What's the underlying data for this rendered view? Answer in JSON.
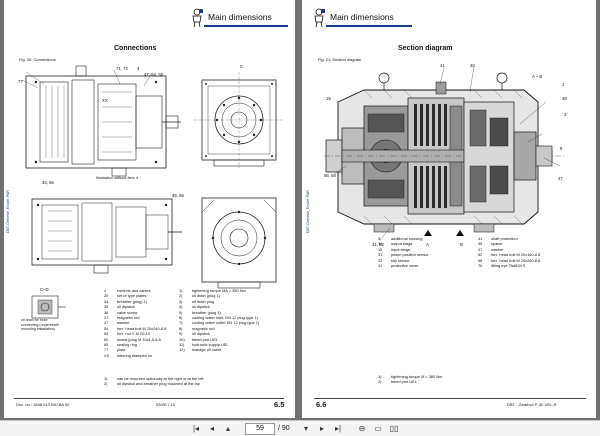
{
  "left_page": {
    "header_title": "Main dimensions",
    "section_title": "Connections",
    "figure_caption": "Fig. 20:   Connections",
    "side_text": "DBT-Getriebe_Eissler-PAR",
    "callouts": {
      "c1": "71, 72",
      "c2": "4",
      "c3": "47, 54, 56",
      "c4": "77",
      "c5": "XX",
      "c6": "C",
      "c7": "34, 66",
      "c8": "Illustration without Item 4",
      "c9": "45, 66",
      "c10": "C–D",
      "c11": "oil drain for hose connecting (underneath mounting installation)"
    },
    "legend_left": [
      {
        "n": "4",
        "t": "controls and cables"
      },
      {
        "n": "20",
        "t": "set of type plates"
      },
      {
        "n": "34",
        "t": "breather (plug) 1)"
      },
      {
        "n": "35",
        "t": "oil dipstick"
      },
      {
        "n": "36",
        "t": "valve screw"
      },
      {
        "n": "37",
        "t": "magnetic rod"
      },
      {
        "n": "47",
        "t": "washer"
      },
      {
        "n": "54",
        "t": "hex. head bolt M 20x240-8.8"
      },
      {
        "n": "55",
        "t": "hex. nut V M 20-10"
      },
      {
        "n": "60",
        "t": "screw (plug M 30x1,5-8.8"
      },
      {
        "n": "65",
        "t": "sealing ring"
      },
      {
        "n": "77",
        "t": "plate"
      },
      {
        "n": "XX",
        "t": "lettering stamped on"
      }
    ],
    "legend_right": [
      {
        "n": "1)",
        "t": "tightening torque MA = 380 Nm"
      },
      {
        "n": "2)",
        "t": "oil drain (plug 1)"
      },
      {
        "n": "3)",
        "t": "oil drain plug"
      },
      {
        "n": "4)",
        "t": "oil dipstick"
      },
      {
        "n": "5)",
        "t": "breather (plug 1)"
      },
      {
        "n": "6)",
        "t": "cooling water inlet, DN 12 plug-type 1)"
      },
      {
        "n": "7)",
        "t": "cooling water outlet DN 12 plug-type 1)"
      },
      {
        "n": "8)",
        "t": "magnetic rod"
      },
      {
        "n": "9)",
        "t": "oil dipstick"
      },
      {
        "n": "10)",
        "t": "bleed port UEL"
      },
      {
        "n": "11)",
        "t": "hydraulic supply UEL"
      },
      {
        "n": "12)",
        "t": "leakage oil outlet"
      }
    ],
    "notes": [
      {
        "n": "1)",
        "t": "can be mounted optionally at the right or at the left"
      },
      {
        "n": "2)",
        "t": "oil dipstick and breather plug mounted at the top"
      }
    ],
    "footer_doc": "Doc. no.: 1848 013 000 BA 00",
    "footer_issue": "03/VE / 13",
    "page_number": "6.5"
  },
  "right_page": {
    "header_title": "Main dimensions",
    "section_title": "Section diagram",
    "figure_caption": "Fig. 21:   Section diagram",
    "side_text": "DBT-Getriebe_Eissler-PAR",
    "callouts": {
      "c1": "41",
      "c2": "40",
      "c3": "A – B",
      "c4": "1",
      "c5": "15",
      "c6": "48",
      "c7": "3",
      "c8": "8",
      "c9": "56, 58",
      "c10": "47",
      "c11": "41, 52",
      "c12": "A",
      "c13": "B"
    },
    "legend_left": [
      {
        "n": "3",
        "t": "additional housing"
      },
      {
        "n": "12",
        "t": "output stage"
      },
      {
        "n": "15",
        "t": "input stage"
      },
      {
        "n": "31",
        "t": "piston position sensor"
      },
      {
        "n": "32",
        "t": "slip sensor"
      },
      {
        "n": "41",
        "t": "protective cover"
      }
    ],
    "legend_right": [
      {
        "n": "41",
        "t": "shaft protection"
      },
      {
        "n": "45",
        "t": "spacer"
      },
      {
        "n": "47",
        "t": "washer"
      },
      {
        "n": "52",
        "t": "hex. head bolt M 20x160-8.8"
      },
      {
        "n": "58",
        "t": "hex. head bolt M 20x260-8.8"
      },
      {
        "n": "70",
        "t": "lifting eye TA#834 S"
      }
    ],
    "notes": [
      {
        "n": "1)",
        "t": "tightening torque M = 380 Nm"
      },
      {
        "n": "2)",
        "t": "bleed port UEL"
      }
    ],
    "footer_doc": "DBT - Gearbox P-30 UEL-R",
    "page_number": "6.6"
  },
  "toolbar": {
    "current_page": "59",
    "total_pages": "/ 90"
  },
  "colors": {
    "accent": "#1c3b8f",
    "viewer_bg": "#707070"
  }
}
